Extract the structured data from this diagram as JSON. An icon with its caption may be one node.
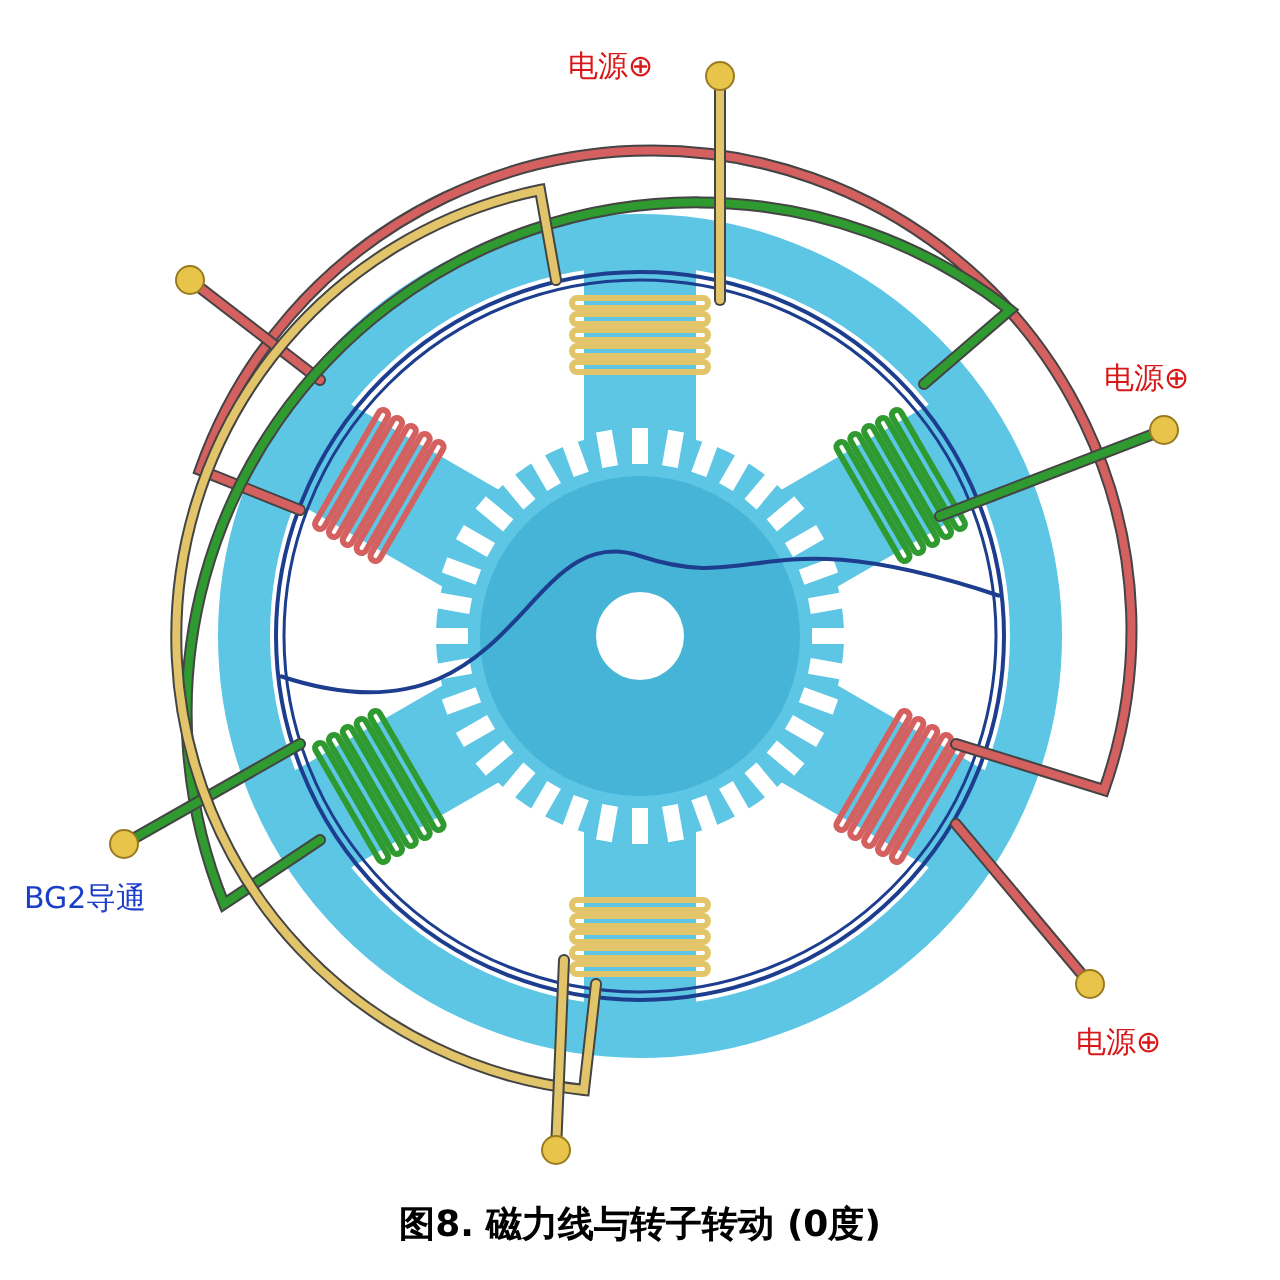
{
  "diagram": {
    "caption": "图8. 磁力线与转子转动 (0度)",
    "labels": [
      "电源⊕",
      "电源⊕",
      "BG2导通",
      "电源⊕"
    ]
  }
}
